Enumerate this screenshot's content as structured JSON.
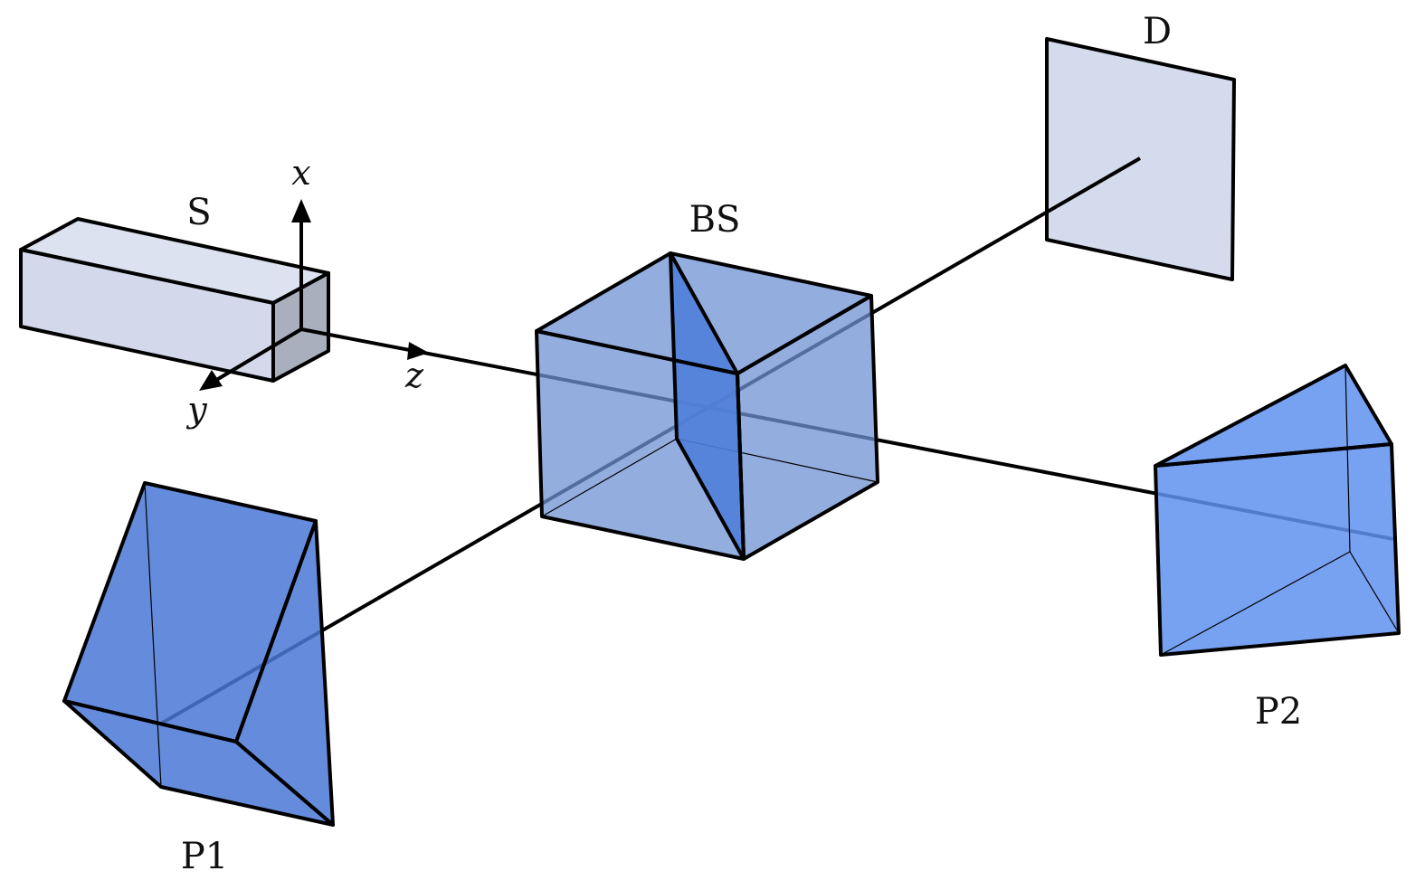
{
  "labels": {
    "source": "S",
    "beam_splitter": "BS",
    "detector": "D",
    "prism1": "P1",
    "prism2": "P2"
  },
  "axes": {
    "x": "x",
    "y": "y",
    "z": "z"
  },
  "colors": {
    "source_top": "#dce2f0",
    "source_front": "#d3d9eb",
    "source_end": "#a9afbd",
    "cube": "#6f92d4",
    "split_plane": "#4f7fd9",
    "detector": "#d4dbec",
    "prism1": "#4a78d6",
    "prism2": "#5f90ee"
  }
}
